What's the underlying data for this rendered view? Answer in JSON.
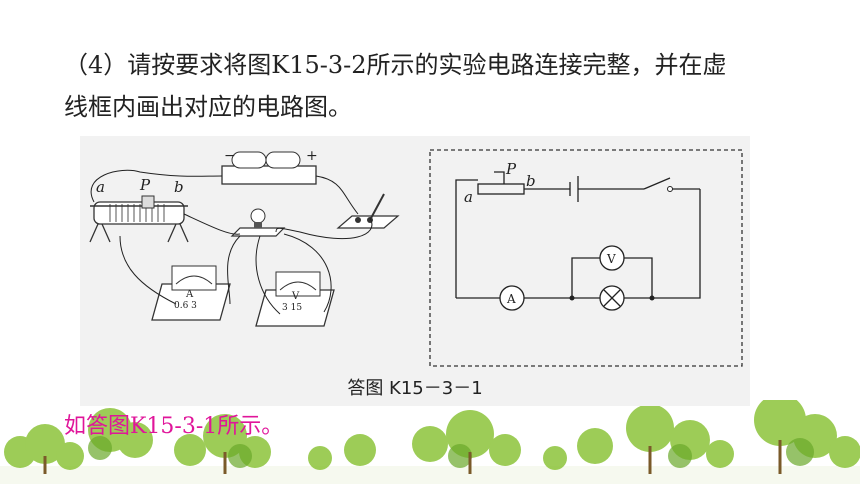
{
  "question": {
    "line1": "（4）请按要求将图K15-3-2所示的实验电路连接完整，并在虚",
    "line2": "线框内画出对应的电路图。"
  },
  "figure": {
    "caption": "答图 K15－3－1",
    "apparatus_labels": {
      "a": "a",
      "p": "P",
      "b": "b",
      "minus": "−",
      "plus": "+",
      "ammeter_letter": "A",
      "ammeter_scale": "0.6 3",
      "voltmeter_letter": "V",
      "voltmeter_scale": "3 15"
    },
    "schematic_labels": {
      "a": "a",
      "p": "P",
      "b": "b",
      "ammeter": "A",
      "voltmeter": "V"
    }
  },
  "answer": {
    "text": "如答图K15-3-1所示。"
  },
  "colors": {
    "answer_text": "#e0159a",
    "figure_bg": "#f2f2f2",
    "tree_green": "#7fb832"
  }
}
